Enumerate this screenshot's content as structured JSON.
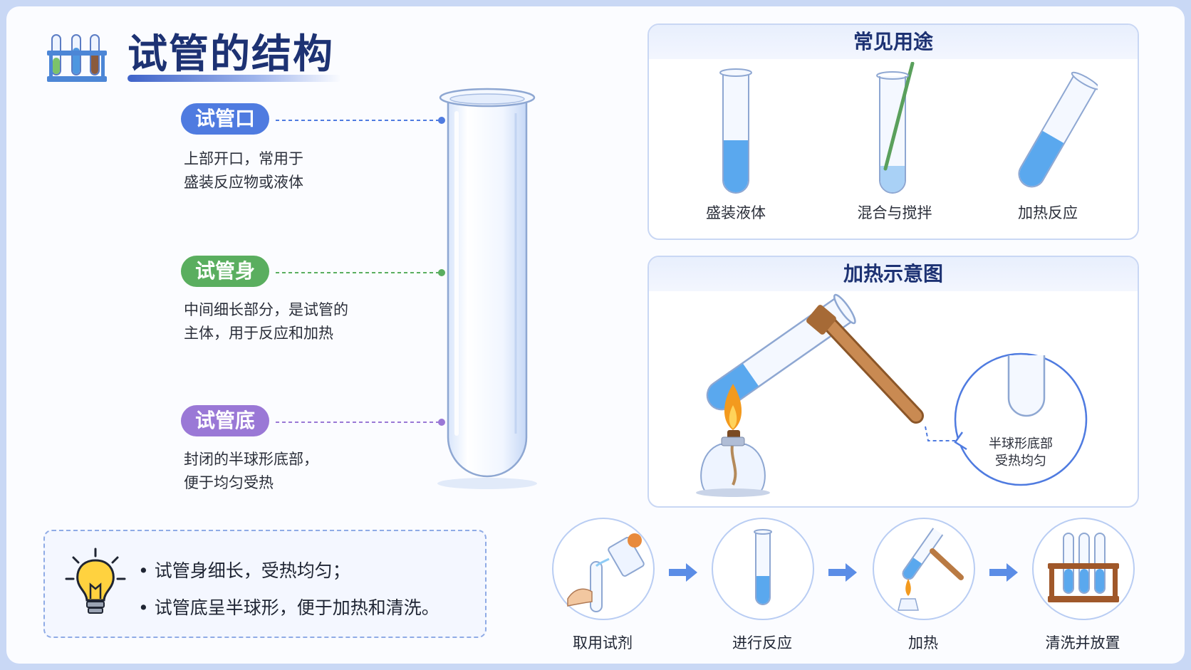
{
  "header": {
    "title": "试管的结构"
  },
  "parts": [
    {
      "name": "试管口",
      "desc_lines": [
        "上部开口，常用于",
        "盛装反应物或液体"
      ],
      "color": "#4f7be0"
    },
    {
      "name": "试管身",
      "desc_lines": [
        "中间细长部分，是试管的",
        "主体，用于反应和加热"
      ],
      "color": "#5aae5f"
    },
    {
      "name": "试管底",
      "desc_lines": [
        "封闭的半球形底部，",
        "便于均匀受热"
      ],
      "color": "#9a78d6"
    }
  ],
  "uses": {
    "title": "常见用途",
    "items": [
      "盛装液体",
      "混合与搅拌",
      "加热反应"
    ]
  },
  "heating": {
    "title": "加热示意图",
    "callout_lines": [
      "半球形底部",
      "受热均匀"
    ]
  },
  "tips": [
    "试管身细长，受热均匀；",
    "试管底呈半球形，便于加热和清洗。"
  ],
  "steps": [
    "取用试剂",
    "进行反应",
    "加热",
    "清洗并放置"
  ],
  "colors": {
    "accent": "#1d3273",
    "liquid": "#5aa8ee",
    "wood": "#b97a43",
    "flame": "#f39a1e"
  }
}
